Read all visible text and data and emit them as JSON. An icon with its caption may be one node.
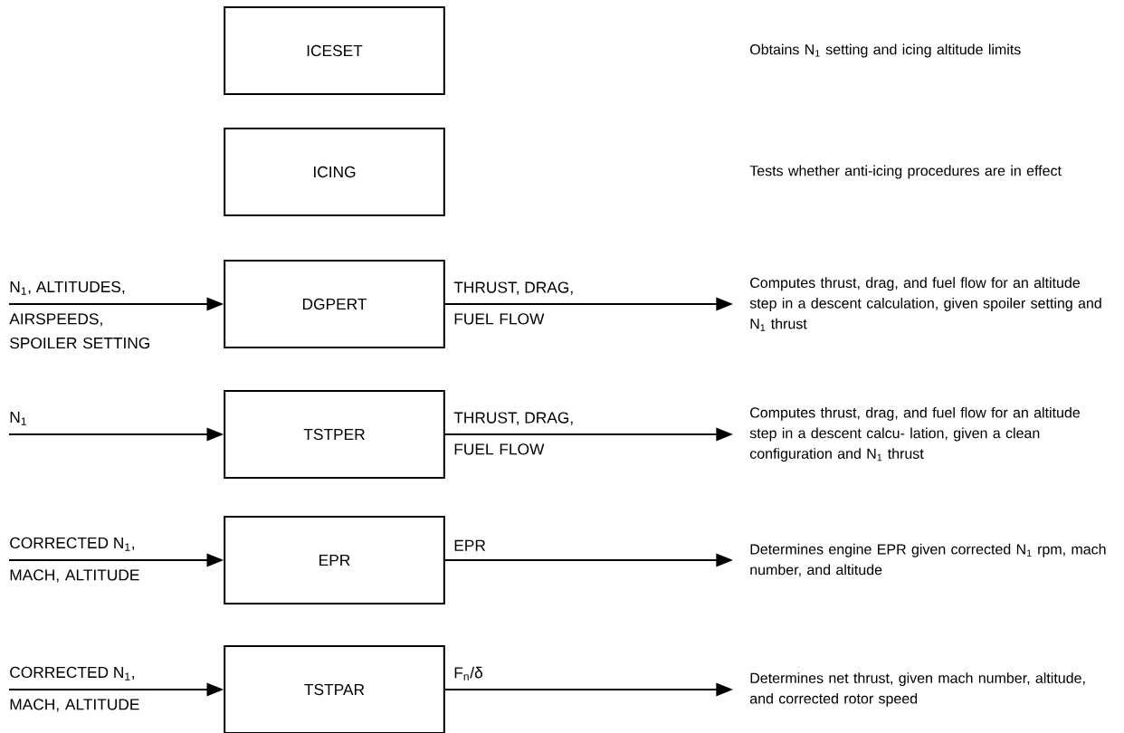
{
  "diagram": {
    "nodes": [
      {
        "text": [
          "ICESET"
        ]
      },
      {
        "text": [
          "ICING"
        ]
      },
      {
        "text": [
          "DGPERT"
        ]
      },
      {
        "text": [
          "TSTPER"
        ]
      },
      {
        "text": [
          "EPR"
        ]
      },
      {
        "text": [
          "TSTPAR"
        ]
      }
    ],
    "edges": [
      {
        "from": null,
        "to": 2,
        "arrow": "to",
        "label": "N$_{1}$, ALTITUDES,"
      },
      {
        "from": 2,
        "to": null,
        "arrow": "to",
        "label": "THRUST, DRAG,"
      },
      {
        "from": null,
        "to": 3,
        "arrow": "to",
        "label": "N$_{1}$"
      },
      {
        "from": 3,
        "to": null,
        "arrow": "to",
        "label": "THRUST, DRAG,"
      },
      {
        "from": null,
        "to": 4,
        "arrow": "to",
        "label": "CORRECTED N$_{1}$,"
      },
      {
        "from": 4,
        "to": null,
        "arrow": "to",
        "label": "EPR"
      },
      {
        "from": null,
        "to": 5,
        "arrow": "to",
        "label": "CORRECTED N$_{1}$,"
      },
      {
        "from": 5,
        "to": null,
        "arrow": "to",
        "label": "F$_{n}$/δ"
      }
    ],
    "labels": [
      "Obtains N$_{1}$ setting and icing altitude limits",
      "Tests whether anti-icing procedures are in effect",
      "AIRSPEEDS, SPOILER SETTING",
      "FUEL FLOW",
      "Computes thrust, drag, and fuel flow for an altitude step in a descent calculation, given spoiler setting and N$_{1}$ thrust",
      "FUEL FLOW",
      "Computes thrust, drag, and fuel flow for an altitude step in a descent calcu- lation, given a clean configuration and N$_{1}$ thrust",
      "MACH, ALTITUDE",
      "Determines engine EPR given corrected N$_{1}$ rpm, mach number, and altitude",
      "MACH, ALTITUDE",
      "Determines net thrust, given mach number, altitude, and corrected rotor speed"
    ]
  }
}
